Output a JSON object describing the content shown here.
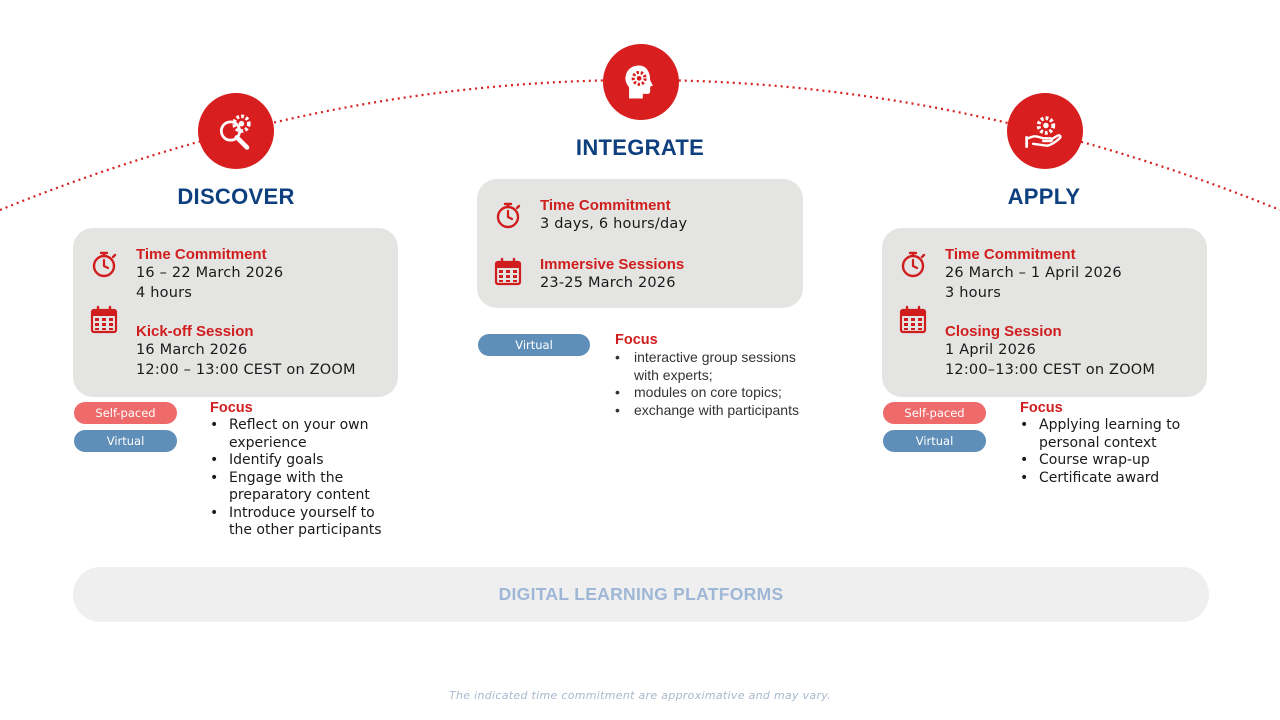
{
  "phases": {
    "discover": {
      "title": "DISCOVER",
      "icon": "magnifier-gears-icon",
      "rows": [
        {
          "label": "Time Commitment",
          "lines": [
            "16 – 22 March 2026",
            "4 hours"
          ],
          "icon": "stopwatch-icon"
        },
        {
          "label": "Kick-off Session",
          "lines": [
            "16 March 2026",
            "12:00 – 13:00 CEST on ZOOM"
          ],
          "icon": "calendar-icon"
        }
      ],
      "tags": [
        "Self-paced",
        "Virtual"
      ],
      "focus_title": "Focus",
      "focus_items": [
        "Reflect on your own experience",
        "Identify goals",
        "Engage with the preparatory content",
        "Introduce yourself to the other participants"
      ]
    },
    "integrate": {
      "title": "INTEGRATE",
      "icon": "head-gear-icon",
      "rows": [
        {
          "label": "Time Commitment",
          "lines": [
            "3 days, 6 hours/day"
          ],
          "icon": "stopwatch-icon"
        },
        {
          "label": "Immersive Sessions",
          "lines": [
            "23-25 March 2026"
          ],
          "icon": "calendar-icon"
        }
      ],
      "tags": [
        "Virtual"
      ],
      "focus_title": "Focus",
      "focus_items": [
        "interactive group sessions with experts;",
        "modules on core topics;",
        "exchange with participants"
      ]
    },
    "apply": {
      "title": "APPLY",
      "icon": "hand-gear-icon",
      "rows": [
        {
          "label": "Time Commitment",
          "lines": [
            "26 March – 1 April 2026",
            "3 hours"
          ],
          "icon": "stopwatch-icon"
        },
        {
          "label": "Closing Session",
          "lines": [
            "1 April 2026",
            "12:00–13:00 CEST on ZOOM"
          ],
          "icon": "calendar-icon"
        }
      ],
      "tags": [
        "Self-paced",
        "Virtual"
      ],
      "focus_title": "Focus",
      "focus_items": [
        "Applying learning to personal context",
        "Course wrap-up",
        "Certificate award"
      ]
    }
  },
  "platform_label": "DIGITAL LEARNING PLATFORMS",
  "footnote": "The indicated time commitment are approximative and may vary.",
  "colors": {
    "accent_red": "#d81e1e",
    "title_blue": "#0e3f7e",
    "self_paced": "#ef6b6b",
    "virtual": "#5f8fb8",
    "card_bg": "#e4e4e2"
  }
}
